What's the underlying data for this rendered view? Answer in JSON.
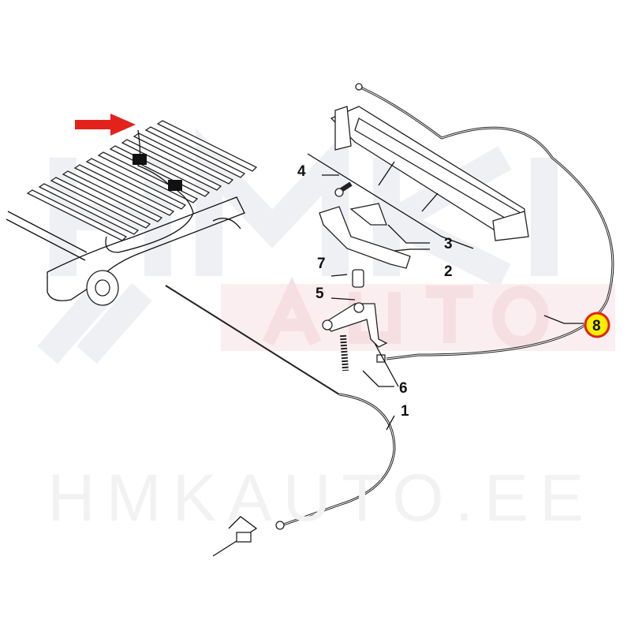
{
  "watermark": {
    "logo_top": "HMK",
    "logo_bottom": "AUTO",
    "site": "HMKAUTO.EE"
  },
  "callouts": [
    {
      "number": "1",
      "part": "1"
    },
    {
      "number": "2",
      "part": "2"
    },
    {
      "number": "3",
      "part": "3"
    },
    {
      "number": "4",
      "part": "4"
    },
    {
      "number": "5",
      "part": "5"
    },
    {
      "number": "6",
      "part": "6"
    },
    {
      "number": "7",
      "part": "7"
    },
    {
      "number": "8",
      "part": "8",
      "highlighted": true
    }
  ],
  "colors": {
    "highlight_fill": "#ffee00",
    "highlight_ring": "#e3221b",
    "arrow": "#e3221b"
  }
}
